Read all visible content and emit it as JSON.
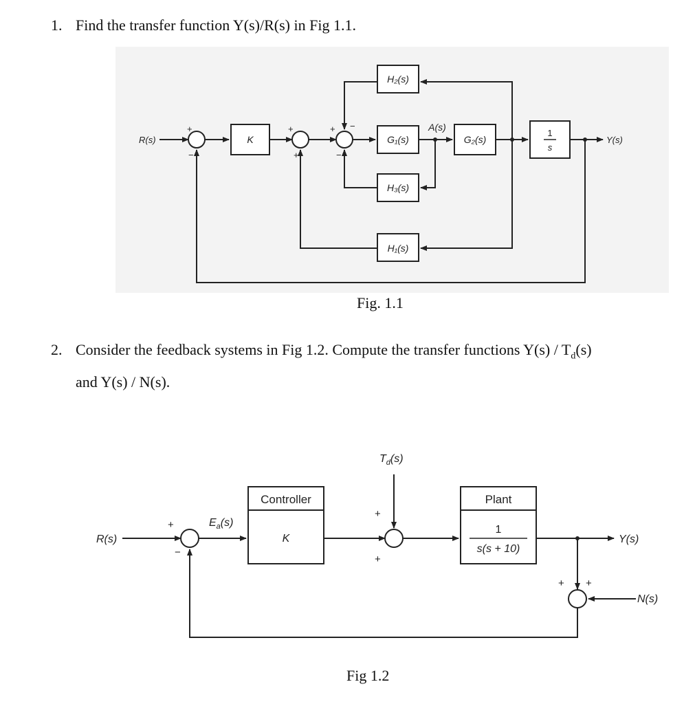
{
  "question1": {
    "number": "1.",
    "text": "Find the transfer function Y(s)/R(s) in Fig 1.1."
  },
  "figure1": {
    "caption": "Fig. 1.1",
    "labels": {
      "input": "R(s)",
      "output": "Y(s)",
      "gain": "K",
      "h2": "H₂(s)",
      "g1": "G₁(s)",
      "g2": "G₂(s)",
      "h3": "H₃(s)",
      "h1": "H₁(s)",
      "a": "A(s)",
      "integrator_num": "1",
      "integrator_den": "s"
    }
  },
  "question2": {
    "number": "2.",
    "line1": "Consider the feedback systems in Fig 1.2. Compute the transfer functions Y(s) / T",
    "sub_d": "d",
    "line1_end": "(s)",
    "line2": "and Y(s) / N(s)."
  },
  "figure2": {
    "caption": "Fig 1.2",
    "labels": {
      "input": "R(s)",
      "error": "E",
      "error_sub": "a",
      "error_end": "(s)",
      "disturbance": "T",
      "disturbance_sub": "d",
      "disturbance_end": "(s)",
      "controller_title": "Controller",
      "controller_gain": "K",
      "plant_title": "Plant",
      "plant_num": "1",
      "plant_den": "s(s + 10)",
      "output": "Y(s)",
      "noise": "N(s)"
    }
  }
}
